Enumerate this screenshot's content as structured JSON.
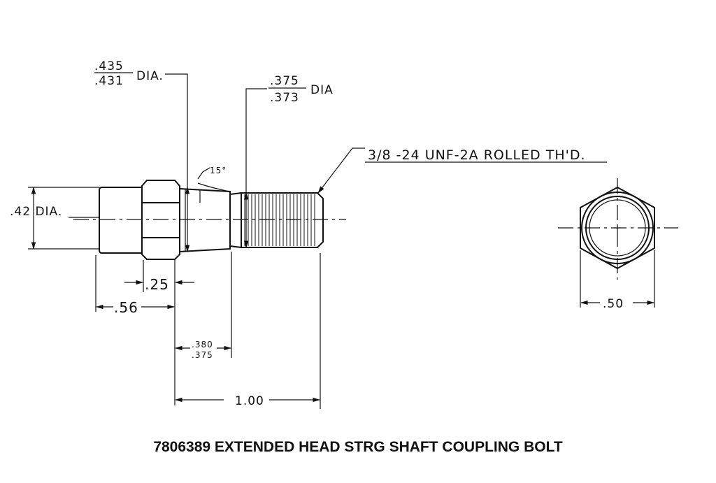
{
  "caption": "7806389 EXTENDED HEAD STRG SHAFT COUPLING BOLT",
  "dims": {
    "head_dia_upper": ".435",
    "head_dia_lower": ".431",
    "head_dia_unit": "DIA.",
    "shank_dia_upper": ".375",
    "shank_dia_lower": ".373",
    "shank_dia_unit": "DIA",
    "thread_spec": "3/8 -24 UNF-2A ROLLED TH'D.",
    "angle": "15°",
    "end_dia": ".42 DIA.",
    "hex_length": ".25",
    "head_length": ".56",
    "shoulder_upper": ".380",
    "shoulder_lower": ".375",
    "thread_length": "1.00",
    "hex_flats": ".50"
  }
}
